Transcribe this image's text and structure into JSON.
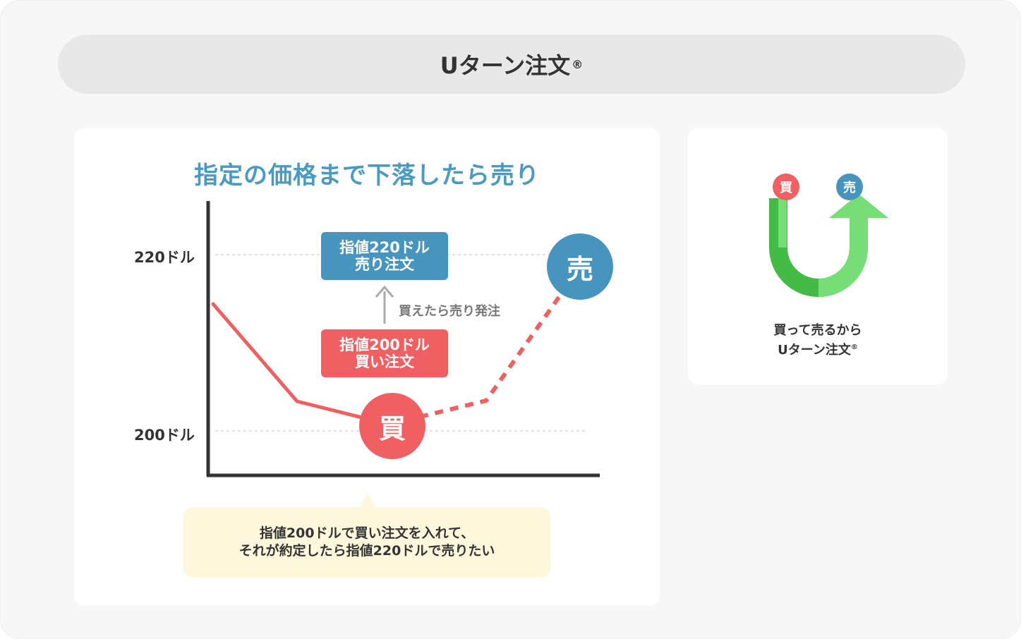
{
  "title": {
    "text": "Uターン注文",
    "mark": "®"
  },
  "main": {
    "heading": "指定の価格まで下落したら売り",
    "y_labels": {
      "high": "220ドル",
      "low": "200ドル"
    },
    "sell_order": {
      "line1": "指値220ドル",
      "line2": "売り注文"
    },
    "buy_order": {
      "line1": "指値200ドル",
      "line2": "買い注文"
    },
    "arrow_label": "買えたら売り発注",
    "buy_marker": "買",
    "sell_marker": "売",
    "callout": {
      "line1": "指値200ドルで買い注文を入れて、",
      "line2": "それが約定したら指値220ドルで売りたい"
    }
  },
  "side": {
    "buy_marker": "買",
    "sell_marker": "売",
    "caption_line1": "買って売るから",
    "caption_line2": "Uターン注文",
    "caption_mark": "®"
  },
  "colors": {
    "buy": "#f06062",
    "sell": "#4795bf",
    "heading": "#4a9bc2",
    "u_dark": "#44bb44",
    "u_light": "#77dd77",
    "callout_bg": "#fdf8dc"
  }
}
